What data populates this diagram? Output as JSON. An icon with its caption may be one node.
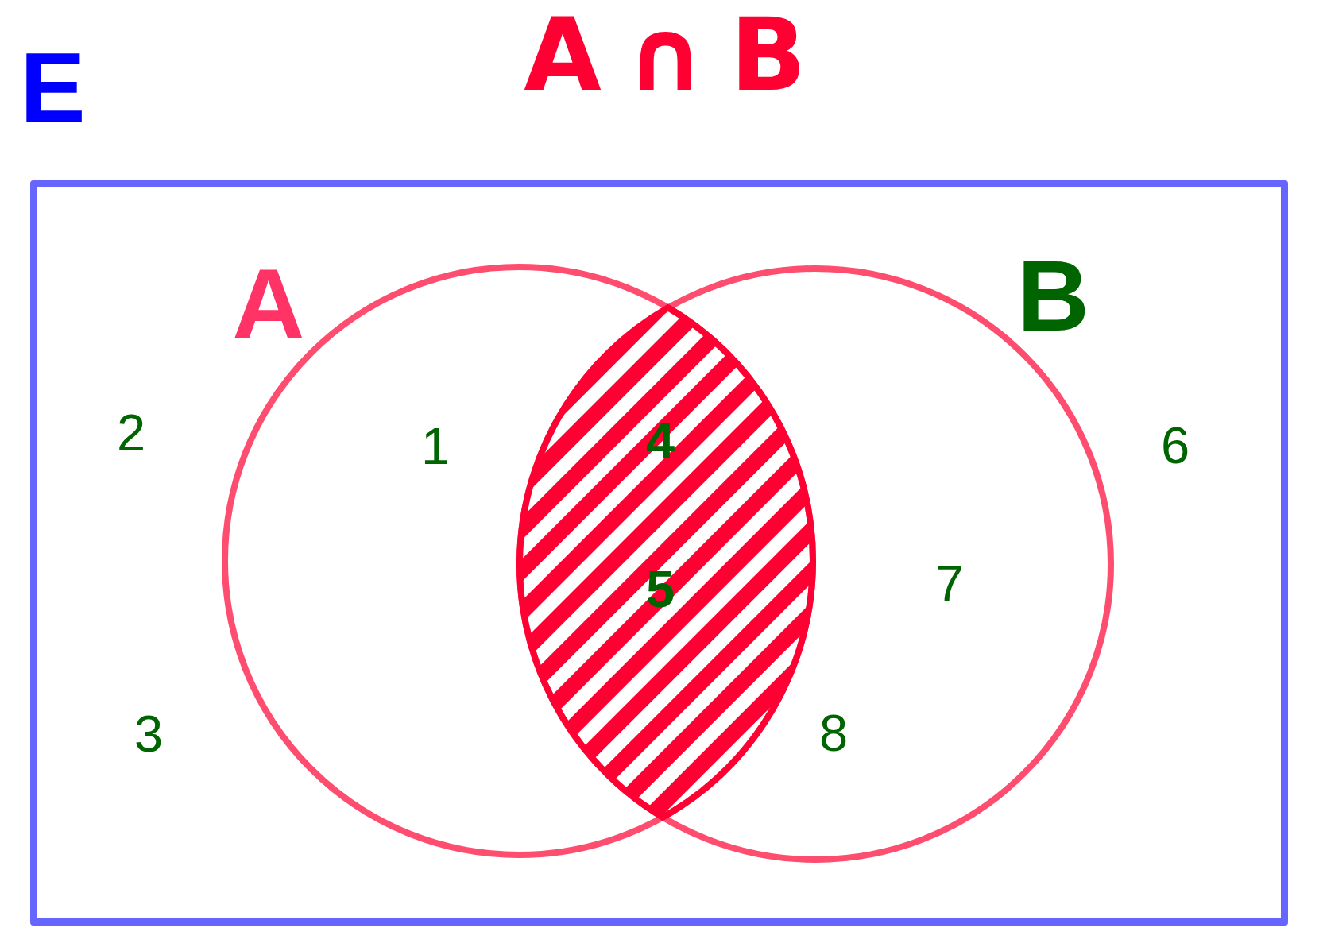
{
  "diagram": {
    "title": "A ∩ B",
    "nodes": [
      {
        "text": [
          "E"
        ]
      },
      {
        "text": [
          "A"
        ],
        "in": 0
      },
      {
        "text": [
          "B"
        ],
        "in": 0
      }
    ],
    "labels": [
      "2",
      "1",
      "4",
      "6",
      "5",
      "7",
      "3",
      "8"
    ]
  }
}
